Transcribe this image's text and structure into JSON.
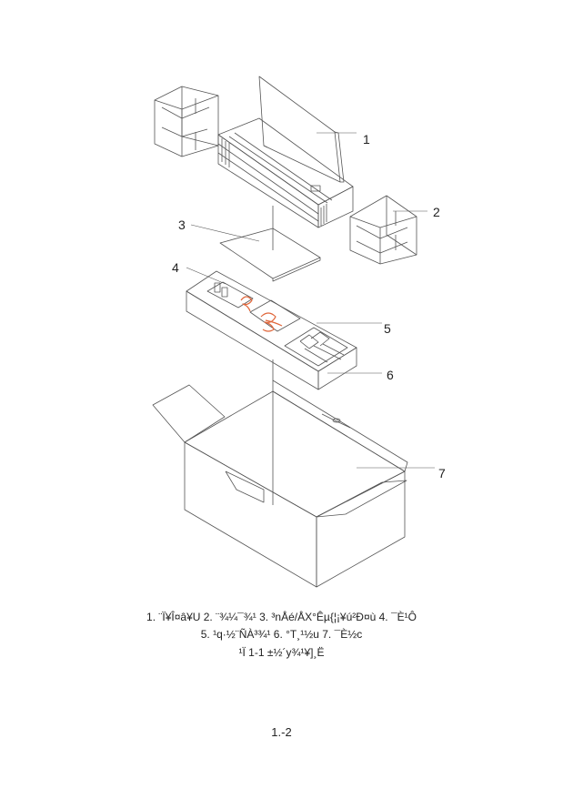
{
  "figure": {
    "callouts": [
      "1",
      "2",
      "3",
      "4",
      "5",
      "6",
      "7"
    ],
    "line_color": "#555555",
    "accent_color": "#e0663a"
  },
  "caption": {
    "line1": "1. ¨Ï¥Î¤â¥U   2. ¨¾¼¯¾¹   3. ³nÅé/ÅX°Êµ{¦¡¥ú²Ð¤ù   4. ¯È¹Ô",
    "line2": "5. ¹q·½¨ÑÀ³¾¹   6. °T¸¹½u   7. ¯È½c",
    "line3": "¹Ï 1-1 ±½´y¾¹¥]¸Ë"
  },
  "page_number": "1.-2"
}
